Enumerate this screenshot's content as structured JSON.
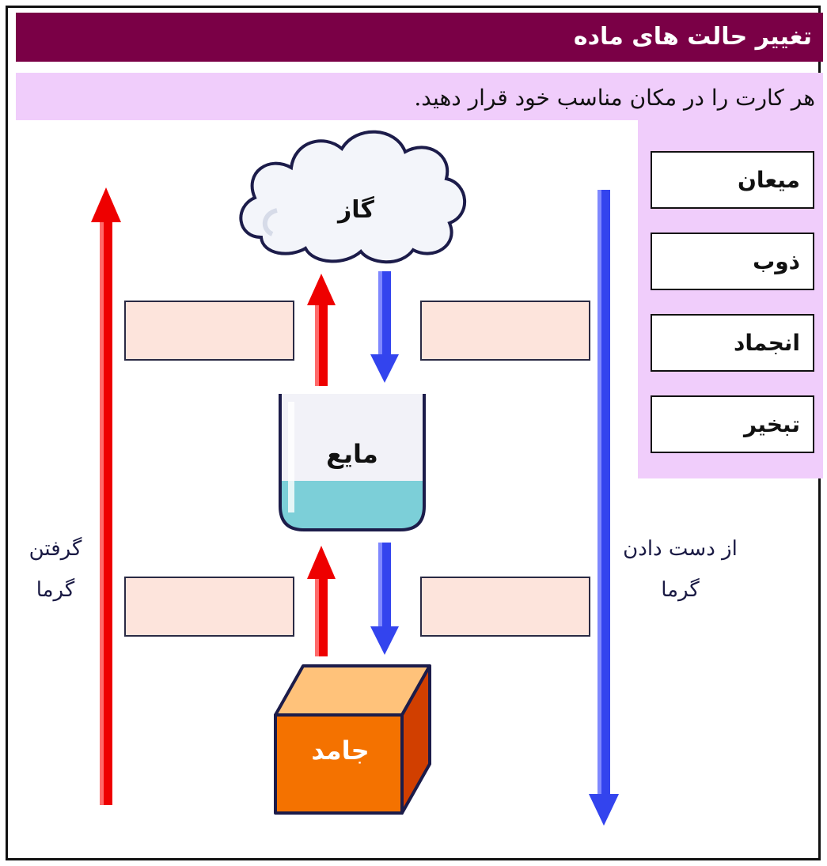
{
  "title": "تغییر حالت های ماده",
  "instruction": "هر کارت را در مکان مناسب خود قرار دهید.",
  "cards": [
    {
      "label": "میعان"
    },
    {
      "label": "ذوب"
    },
    {
      "label": "انجماد"
    },
    {
      "label": "تبخیر"
    }
  ],
  "states": {
    "gas": "گاز",
    "liquid": "مایع",
    "solid": "جامد"
  },
  "left_label": "گرفتن\nگرما",
  "right_label": "از دست دادن\nگرما",
  "colors": {
    "title_bg": "#7a0046",
    "panel_bg": "#f0cdfb",
    "slot_bg": "#fde4dc",
    "heat_gain_arrow": "#ee0000",
    "heat_loss_arrow": "#3344ee",
    "liquid": "#7ccfd8",
    "solid_front": "#f47200",
    "solid_top": "#ffc27a",
    "solid_side": "#d13f00"
  }
}
